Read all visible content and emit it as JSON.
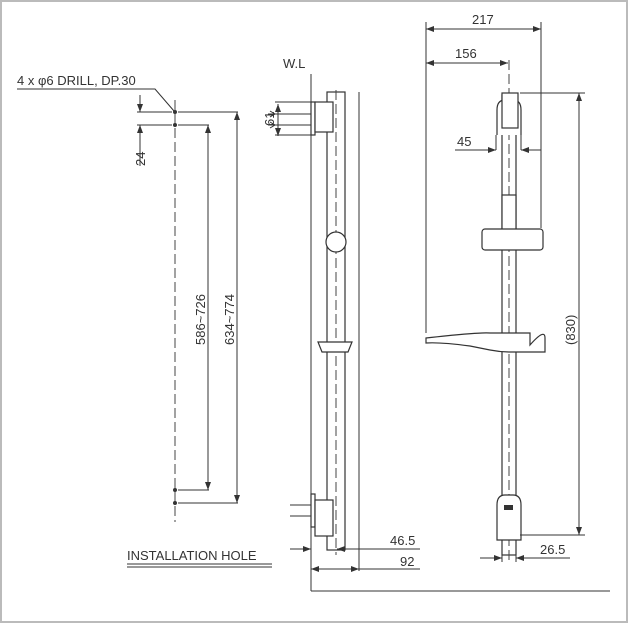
{
  "labels": {
    "drill_note": "4 x φ6 DRILL, DP.30",
    "water_line": "W.L",
    "installation_hole": "INSTALLATION HOLE"
  },
  "dimensions": {
    "hole_spacing": "24",
    "range_inner": "586~726",
    "range_outer": "634~774",
    "bracket_height": "61",
    "wall_offset_1": "46.5",
    "wall_offset_2": "92",
    "width_total": "217",
    "width_shelf": "156",
    "holder_width": "45",
    "height_total": "(830)",
    "bottom_offset": "26.5"
  }
}
